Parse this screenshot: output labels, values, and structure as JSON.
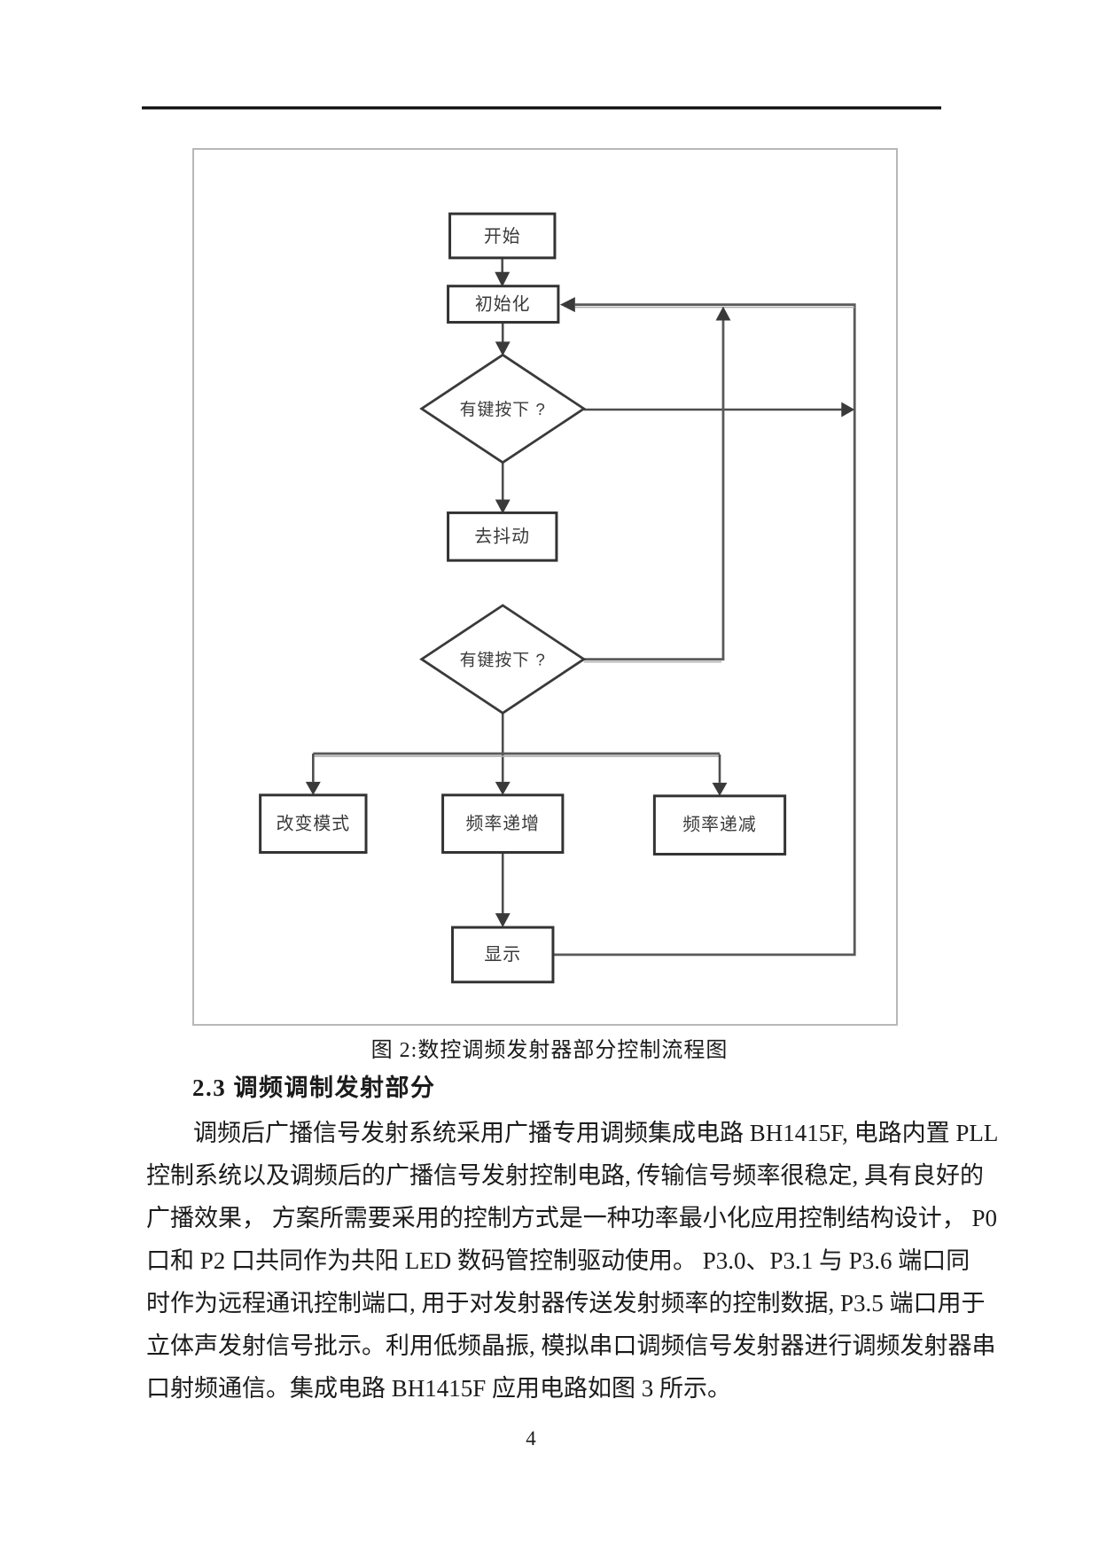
{
  "figure": {
    "caption": "图 2:数控调频发射器部分控制流程图",
    "nodes": {
      "start": "开始",
      "init": "初始化",
      "key_check_1": "有键按下 ?",
      "debounce": "去抖动",
      "key_check_2": "有键按下 ?",
      "change_mode": "改变模式",
      "freq_up": "频率递增",
      "freq_down": "频率递减",
      "display": "显示"
    }
  },
  "section": {
    "heading": "2.3 调频调制发射部分"
  },
  "body": {
    "lines": [
      "调频后广播信号发射系统采用广播专用调频集成电路 BH1415F, 电路内置 PLL",
      "控制系统以及调频后的广播信号发射控制电路, 传输信号频率很稳定, 具有良好的",
      "广播效果， 方案所需要采用的控制方式是一种功率最小化应用控制结构设计， P0",
      "口和 P2 口共同作为共阳 LED 数码管控制驱动使用。 P3.0、P3.1 与 P3.6 端口同",
      "时作为远程通讯控制端口, 用于对发射器传送发射频率的控制数据, P3.5 端口用于",
      "立体声发射信号批示。利用低频晶振, 模拟串口调频信号发射器进行调频发射器串",
      "口射频通信。集成电路 BH1415F 应用电路如图 3 所示。"
    ]
  },
  "page": {
    "number": "4"
  },
  "colors": {
    "connector_gray": "#4d4d4d",
    "box_border": "#333333",
    "frame_border": "#b8b8b8",
    "text": "#1b1b1b"
  }
}
